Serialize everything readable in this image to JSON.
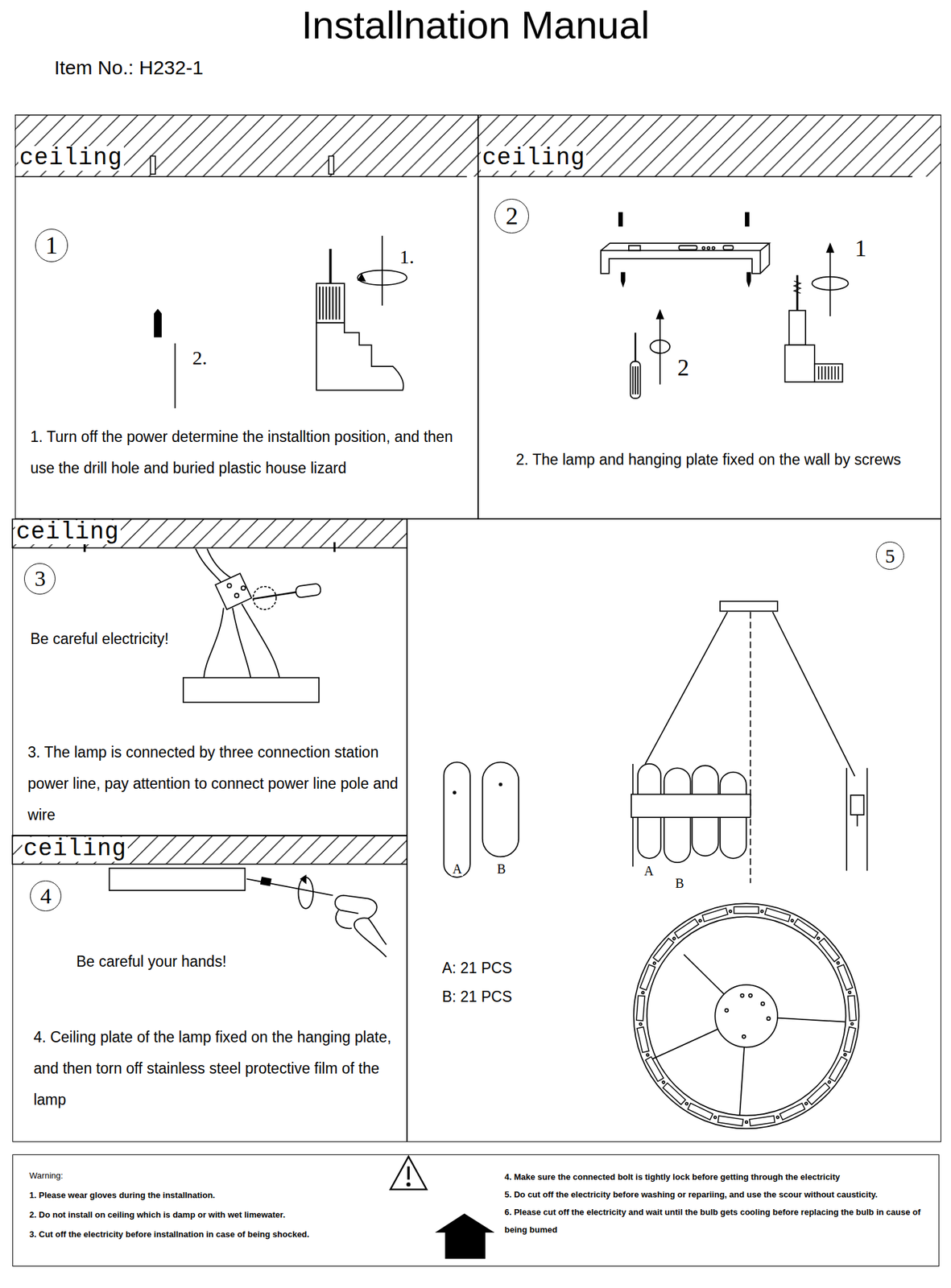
{
  "diagram": {
    "title": "Installnation Manual",
    "nodes": [
      {
        "text": [
          "1. Turn off the power determine the installtion position, and then use the drill hole and buried plastic house lizard"
        ]
      },
      {
        "text": [
          "1"
        ],
        "in": 0
      },
      {
        "text": [
          "2. The lamp and hanging plate fixed on the wall by screws"
        ]
      },
      {
        "text": [
          "2"
        ],
        "in": 2
      },
      {
        "text": [
          "Be careful electricity!",
          "3. The lamp is connected by three connection station power line, pay attention to connect power line pole and wire"
        ]
      },
      {
        "text": [
          "3"
        ],
        "in": 4
      },
      {
        "text": [
          "Be careful your hands!",
          "4. Ceiling plate of the lamp fixed on the hanging plate, and then torn off stainless steel protective film of the lamp"
        ]
      },
      {
        "text": [
          "4"
        ],
        "in": 6
      },
      {
        "text": [
          "A: 21 PCS",
          "B: 21 PCS"
        ]
      },
      {
        "text": [
          "5"
        ],
        "in": 8
      },
      {
        "text": [
          "Warning:",
          "1. Please wear gloves during the installnation.",
          "2. Do not install on ceiling which is damp or with wet limewater.",
          "3. Cut off the electricity before installnation in case of being shocked.",
          "4. Make sure the connected bolt is tightly lock before getting through the electricity",
          "5. Do cut off the electricity before washing or repariing, and use the scour without causticity.",
          "6. Please cut off the electricity and wait until the bulb gets cooling before replacing the bulb in cause of being bumed"
        ]
      }
    ],
    "labels": [
      "Item No.: H232-1",
      "ceiling",
      "ceiling",
      "1.",
      "2.",
      "1",
      "2",
      "ceiling",
      "ceiling",
      "A",
      "B",
      "A",
      "B"
    ]
  }
}
